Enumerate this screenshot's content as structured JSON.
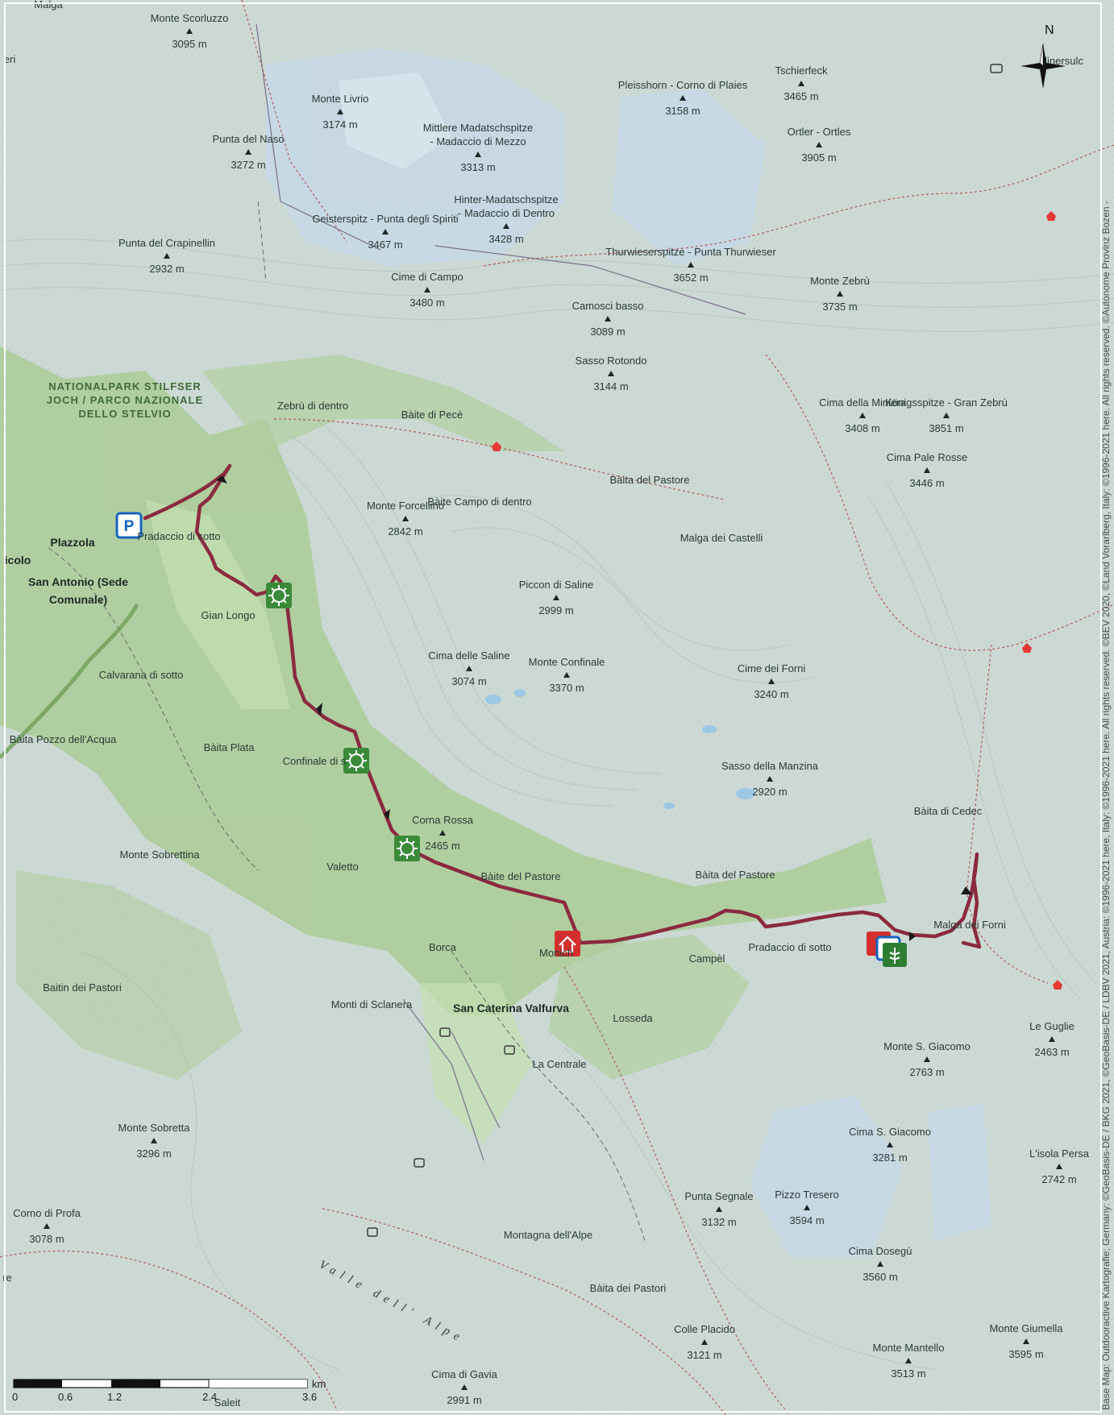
{
  "map": {
    "park_label": [
      "NATIONALPARK STILFSER",
      "JOCH / PARCO NAZIONALE",
      "DELLO STELVIO"
    ],
    "valley_label": "Valle dell' Alpe",
    "compass_label": "N",
    "attribution": "Base Map: Outdooractive Kartografie; Germany: ©GeoBasis-DE / BKG 2021, ©GeoBasis-DE / LDBV 2021, Austria: ©1996-2021 here, Italy: ©1996-2021 here. All rights reserved. ©BEV 2020, ©Land Vorarlberg, Italy: ©1996-2021 here. All rights reserved. ©Autonome Provinz Bozen -",
    "scale": {
      "ticks": [
        "0",
        "0.6",
        "1.2",
        "2.4",
        "3.6"
      ],
      "unit": "km"
    },
    "peaks": [
      {
        "name": "Monte Scorluzzo",
        "elev": "3095 m"
      },
      {
        "name": "Monte Livrio",
        "elev": "3174 m"
      },
      {
        "name": "Punta del Naso",
        "elev": "3272 m"
      },
      {
        "name": "Mittlere Madatschspitze",
        "name2": "- Madaccio di Mezzo",
        "elev": "3313 m"
      },
      {
        "name": "Pleisshorn - Corno di Plaies",
        "elev": "3158 m"
      },
      {
        "name": "Tschierfeck",
        "elev": "3465 m"
      },
      {
        "name": "Ortler - Ortles",
        "elev": "3905 m"
      },
      {
        "name": "Hinter-Madatschspitze",
        "name2": "- Madaccio di Dentro",
        "elev": "3428 m"
      },
      {
        "name": "Geisterspitz - Punta degli Spiriti",
        "elev": "3467 m"
      },
      {
        "name": "Punta del Crapinellin",
        "elev": "2932 m"
      },
      {
        "name": "Thurwieserspitze - Punta Thurwieser",
        "elev": "3652 m"
      },
      {
        "name": "Monte Zebrù",
        "elev": "3735 m"
      },
      {
        "name": "Cime di Campo",
        "elev": "3480 m"
      },
      {
        "name": "Camosci basso",
        "elev": "3089 m"
      },
      {
        "name": "Sasso Rotondo",
        "elev": "3144 m"
      },
      {
        "name": "Cima della Miniera",
        "elev": "3408 m"
      },
      {
        "name": "Königsspitze - Gran Zebrù",
        "elev": "3851 m"
      },
      {
        "name": "Cima Pale Rosse",
        "elev": "3446 m"
      },
      {
        "name": "Monte Forcellino",
        "elev": "2842 m"
      },
      {
        "name": "Piccon di Saline",
        "elev": "2999 m"
      },
      {
        "name": "Cima delle Saline",
        "elev": "3074 m"
      },
      {
        "name": "Monte Confinale",
        "elev": "3370 m"
      },
      {
        "name": "Cime dei Forni",
        "elev": "3240 m"
      },
      {
        "name": "Sasso della Manzina",
        "elev": "2920 m"
      },
      {
        "name": "Corna Rossa",
        "elev": "2465 m"
      },
      {
        "name": "Le Guglie",
        "elev": "2463 m"
      },
      {
        "name": "Monte S. Giacomo",
        "elev": "2763 m"
      },
      {
        "name": "Cima S. Giacomo",
        "elev": "3281 m"
      },
      {
        "name": "L'isola Persa",
        "elev": "2742 m"
      },
      {
        "name": "Monte Sobretta",
        "elev": "3296 m"
      },
      {
        "name": "Corno di Profa",
        "elev": "3078 m"
      },
      {
        "name": "Punta Segnale",
        "elev": "3132 m"
      },
      {
        "name": "Pizzo Tresero",
        "elev": "3594 m"
      },
      {
        "name": "Cima Dosegù",
        "elev": "3560 m"
      },
      {
        "name": "Colle Placido",
        "elev": "3121 m"
      },
      {
        "name": "Monte Mantello",
        "elev": "3513 m"
      },
      {
        "name": "Monte Giumella",
        "elev": "3595 m"
      },
      {
        "name": "Cima di Gavia",
        "elev": "2991 m"
      }
    ],
    "places": [
      "Malga",
      "Zebrù di dentro",
      "Bàite di Pecè",
      "Bàita del Pastore",
      "Bàite Campo di dentro",
      "Malga dei Castelli",
      "Plazzola",
      "Pradaccio di sotto",
      "Gian Longo",
      "Calvarana di sotto",
      "Bàita Pozzo dell'Acqua",
      "Bàita Plata",
      "Confinale di s",
      "Monte Sobrettina",
      "Valetto",
      "Bàite del Pastore",
      "Bàita del Pastore",
      "Bàita di Cedec",
      "Malga dei Forni",
      "Pradaccio di sotto",
      "Campèl",
      "Borca",
      "Monich",
      "Baitin dei Pastori",
      "Monti di Sclanera",
      "Losseda",
      "La Centrale",
      "Montagna dell'Alpe",
      "Bàita dei Pastori",
      "Saleit",
      "eri",
      "re",
      "linersulc"
    ],
    "places_bold": [
      "Plazzola",
      "San Antonio (Sede",
      "Comunale)",
      "icolo",
      "San Caterina Valfurva"
    ],
    "colors": {
      "route": "#8b2a3f",
      "parking": "#1565c0",
      "viewpoint": "#3a8a3a",
      "hut": "#d32f2f",
      "forest": "#9cc58a",
      "rock": "#c9d6d1"
    }
  }
}
